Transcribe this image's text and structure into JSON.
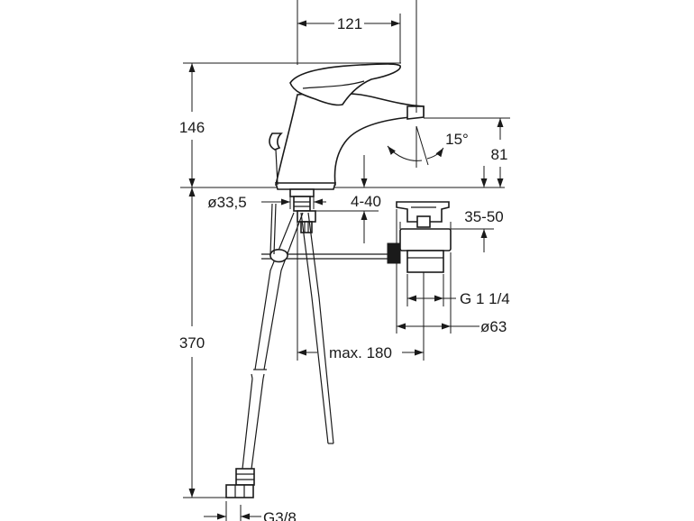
{
  "dimensions": {
    "spout_reach": "121",
    "total_height": "146",
    "spout_height": "81",
    "swivel_angle": "15°",
    "body_diameter": "ø33,5",
    "deck_thickness": "4-40",
    "waste_adjust": "35-50",
    "waste_thread": "G 1 1/4",
    "waste_diameter": "ø63",
    "rod_length": "max. 180",
    "hose_length": "370",
    "hose_thread": "G3/8"
  }
}
